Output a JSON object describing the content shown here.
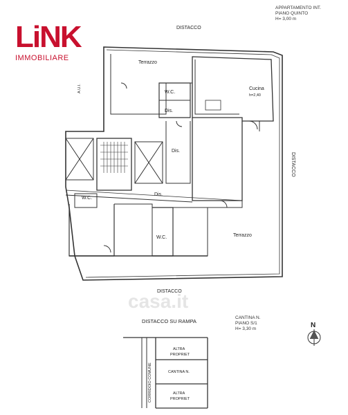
{
  "logo": {
    "mark": "LiNK",
    "subtitle": "IMMOBILIARE"
  },
  "header": {
    "line1": "APPARTAMENTO INT.",
    "line2": "PIANO QUINTO",
    "line3": "H= 3,00 m"
  },
  "labels": {
    "distacco_top": "DISTACCO",
    "distacco_right": "DISTACCO",
    "distacco_bottom": "DISTACCO",
    "aui": "A.U.I.",
    "terrazzo_top": "Terrazzo",
    "terrazzo_right": "Terrazzo",
    "cucina": "Cucina",
    "cucina_h": "h=2,40",
    "wc1": "W.C.",
    "wc2": "W.C.",
    "wc3": "W.C.",
    "dis1": "Dis.",
    "dis2": "Dis.",
    "dis3": "Dis."
  },
  "cantina": {
    "title": "DISTACCO SU RAMPA",
    "line1": "CANTINA N.",
    "line2": "PIANO S/1",
    "line3": "H= 3,30 m",
    "altra1": "ALTRA",
    "propriet1": "PROPRIET",
    "cantina_n": "CANTINA N.",
    "altra2": "ALTRA",
    "propriet2": "PROPRIET",
    "corridoio": "CORRIDOIO COMUNE"
  },
  "north": "N",
  "watermark": "casa.it"
}
